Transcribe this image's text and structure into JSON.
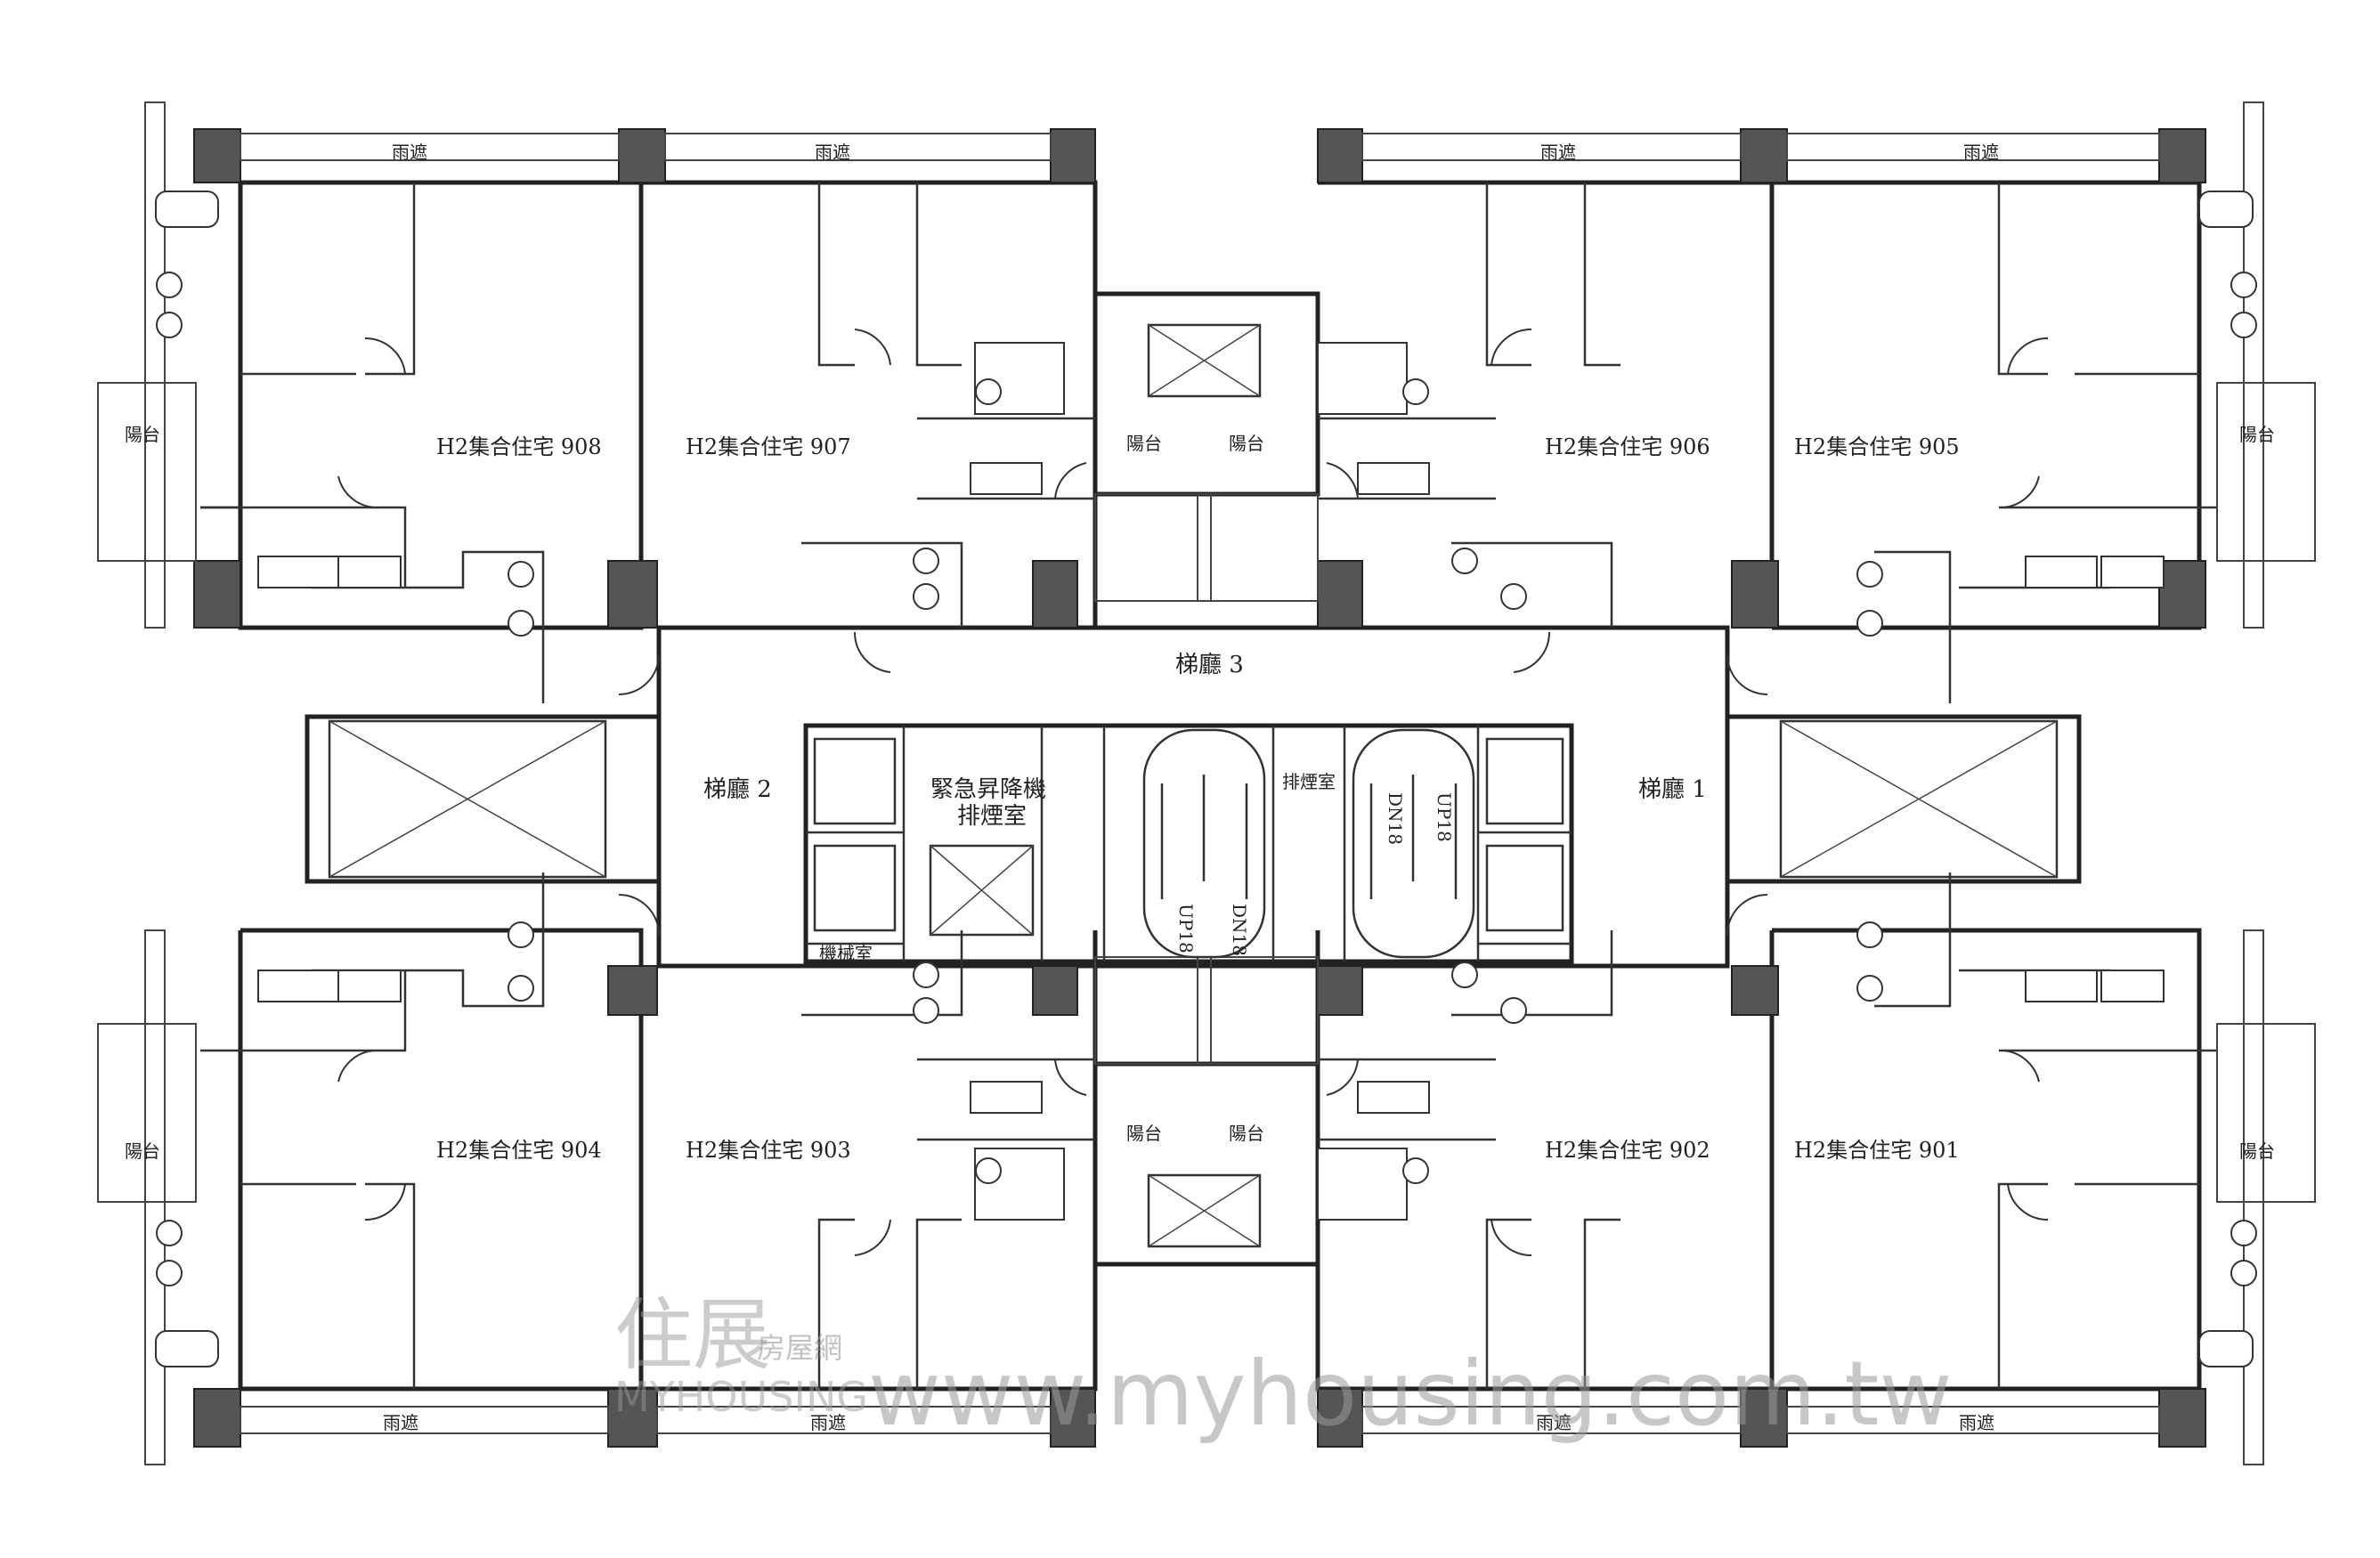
{
  "units": {
    "u908": "H2集合住宅 908",
    "u907": "H2集合住宅 907",
    "u906": "H2集合住宅 906",
    "u905": "H2集合住宅 905",
    "u904": "H2集合住宅 904",
    "u903": "H2集合住宅 903",
    "u902": "H2集合住宅 902",
    "u901": "H2集合住宅 901"
  },
  "canopy": "雨遮",
  "balcony": "陽台",
  "lobbies": {
    "l1": "梯廳 1",
    "l2": "梯廳 2",
    "l3": "梯廳 3"
  },
  "core": {
    "emergency_line1": "緊急昇降機",
    "emergency_line2": "排煙室",
    "smoke_room": "排煙室",
    "machine_room": "機械室",
    "stair_tag_up": "UP18",
    "stair_tag_dn": "DN18"
  },
  "watermark": {
    "logo_text": "住展",
    "brand_cn": "房屋網",
    "brand_en": "MYHOUSING",
    "url": "www.myhousing.com.tw"
  }
}
